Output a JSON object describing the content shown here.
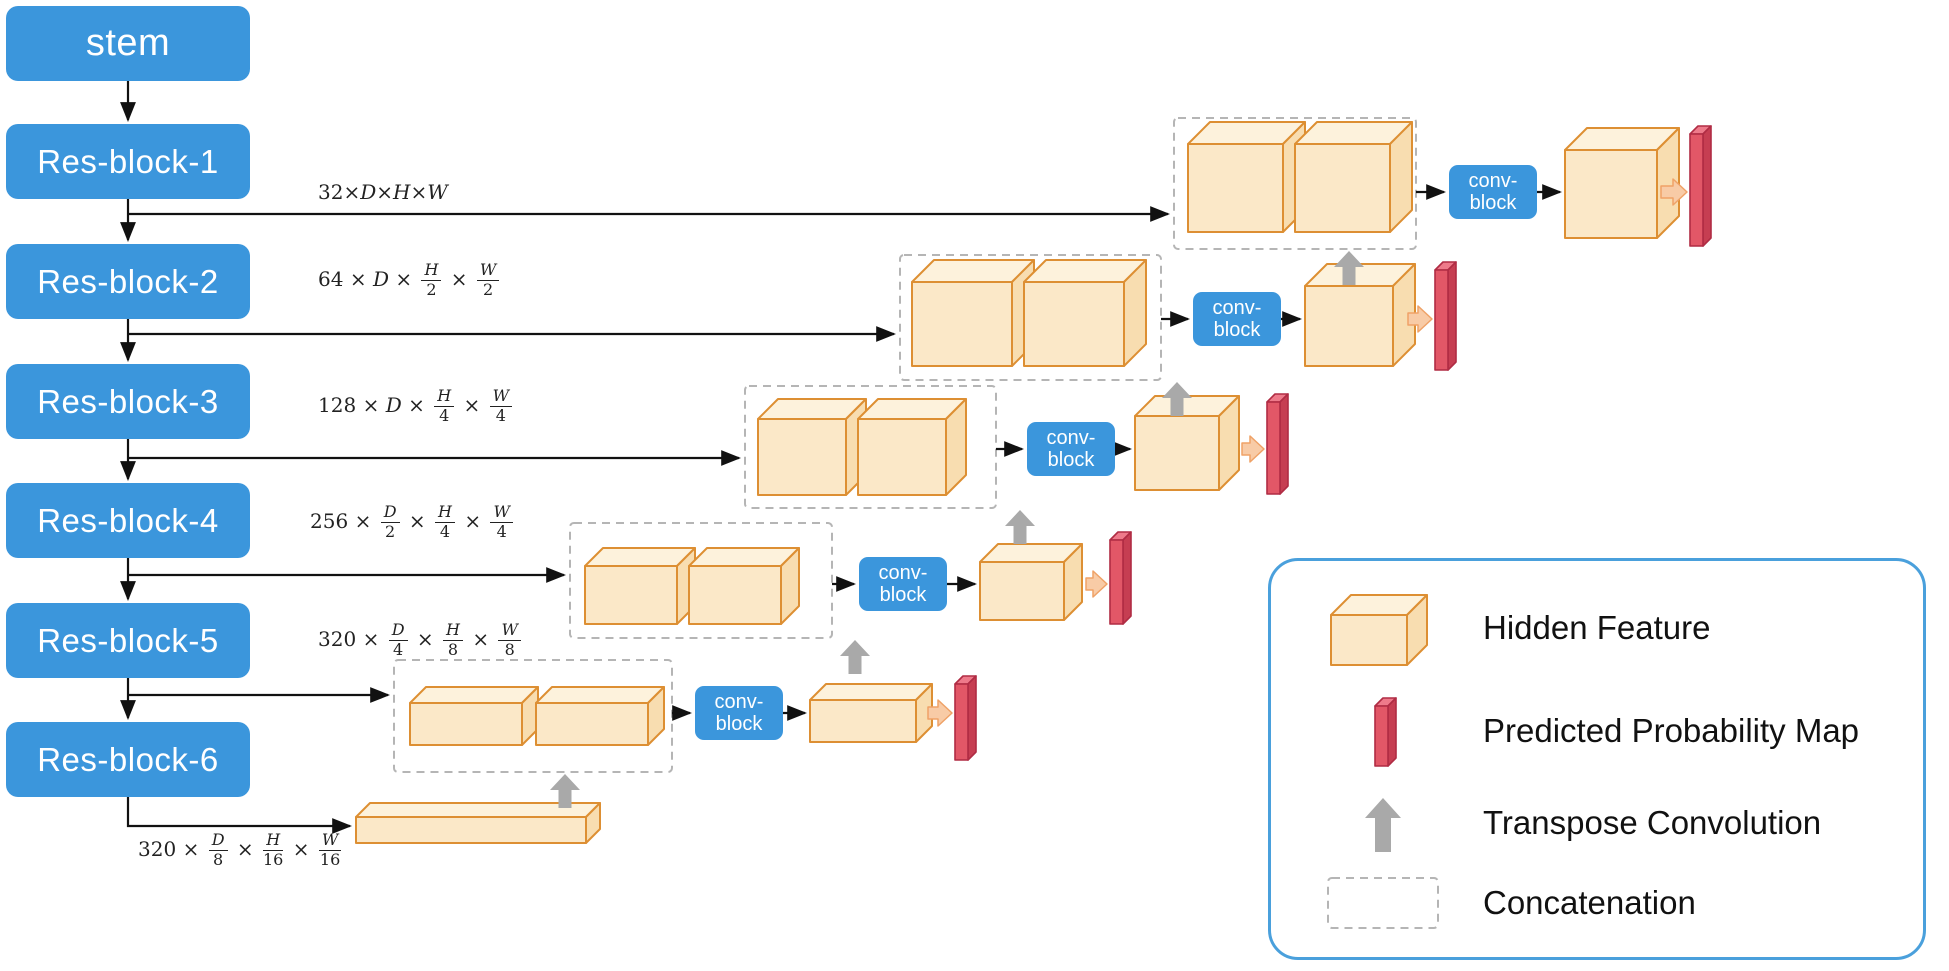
{
  "figure": {
    "encoder": [
      {
        "label": "stem"
      },
      {
        "label": "Res-block-1"
      },
      {
        "label": "Res-block-2"
      },
      {
        "label": "Res-block-3"
      },
      {
        "label": "Res-block-4"
      },
      {
        "label": "Res-block-5"
      },
      {
        "label": "Res-block-6"
      }
    ],
    "skip_labels": [
      "32×D×H×W",
      "64 × D × H/2 × W/2",
      "128 × D × H/4 × W/4",
      "256 × D/2 × H/4 × W/4",
      "320 × D/4 × H/8 × W/8",
      "320 × D/8 × H/16 × W/16"
    ],
    "conv_block": {
      "line1": "conv-",
      "line2": "block"
    },
    "legend": {
      "items": [
        {
          "icon": "hidden-feature-icon",
          "label": "Hidden Feature"
        },
        {
          "icon": "probability-map-icon",
          "label": "Predicted Probability Map"
        },
        {
          "icon": "transpose-convolution-icon",
          "label": "Transpose Convolution"
        },
        {
          "icon": "concatenation-icon",
          "label": "Concatenation"
        }
      ]
    },
    "colors": {
      "block_blue": "#3b96dc",
      "cube_fill": "#fbe8c8",
      "cube_top": "#fdf2dc",
      "cube_side": "#f8ddb0",
      "cube_stroke": "#dd8f33",
      "slab_fill": "#e25767",
      "slab_top": "#ee7a8a",
      "slab_side": "#c63e52",
      "slab_stroke": "#b02c44",
      "gray_arrow": "#a9a9a9",
      "orange_arrow_fill": "#f8cba6",
      "orange_arrow_stroke": "#efa267",
      "dash_stroke": "#b5b5b5",
      "line_black": "#111111",
      "legend_border": "#4aa0dc",
      "text_dark": "#1a1a1a"
    }
  }
}
